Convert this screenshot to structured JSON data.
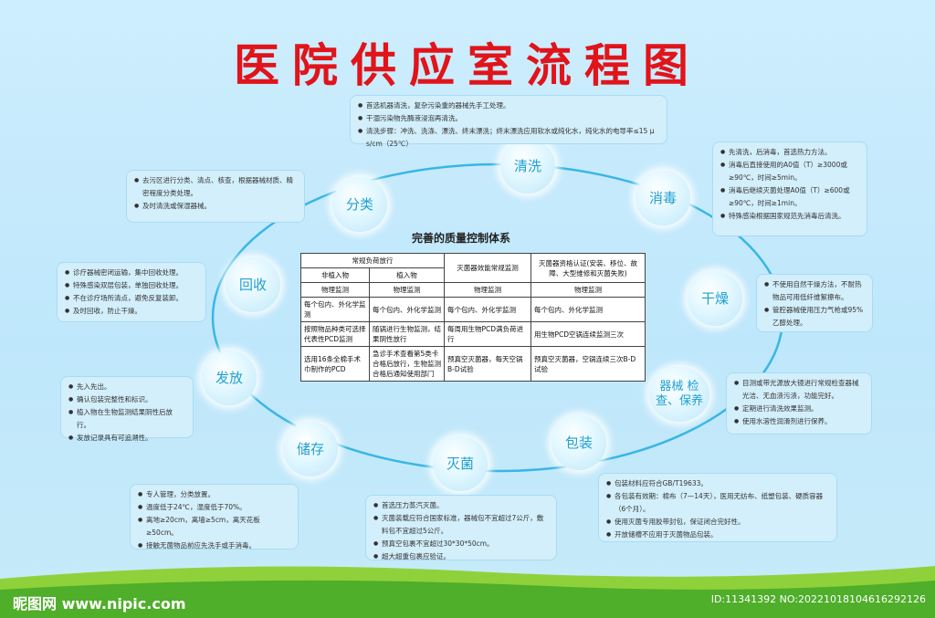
{
  "title": "医院供应室流程图",
  "stages": {
    "qingxi": "清洗",
    "xiaodu": "消毒",
    "ganzao": "干燥",
    "jiancha": "器械 检查、保养",
    "baozhuang": "包装",
    "miejun": "灭菌",
    "chucun": "储存",
    "fafang": "发放",
    "huishou": "回收",
    "fenlei": "分类"
  },
  "notes": {
    "qingxi": [
      "首选机器清洗，复杂污染重的器械先手工处理。",
      "干涸污染物先酶液浸泡再清洗。",
      "清洗步骤：冲洗、洗涤、漂洗、终末漂洗；终末漂洗应用软水或纯化水，纯化水的电导率≤15 μ s/cm（25℃）"
    ],
    "xiaodu": [
      "先清洗，后消毒，首选热力方法。",
      "消毒后直接使用的A0值（T）≥3000或≥90℃，时间≥5min。",
      "消毒后继续灭菌处理A0值（T）≥600或≥90℃，时间≥1min。",
      "特殊感染根据国家规范先消毒后清洗。"
    ],
    "ganzao": [
      "不使用自然干燥方法，不耐热物品可用低纤维絮擦布。",
      "管腔器械使用压力气枪或95%乙醇处理。"
    ],
    "jiancha": [
      "目测或带光源放大镜进行常规检查器械光洁、无血渍污渍，功能完好。",
      "定期进行清洗效果监测。",
      "使用水溶性润滑剂进行保养。"
    ],
    "baozhuang": [
      "包装材料应符合GB/T19633。",
      "各包装有效期：棉布（7—14天），医用无纺布、纸塑包装、硬质容器（6个月）。",
      "使用灭菌专用胶带封包，保证闭合完好性。",
      "开放储槽不应用于灭菌物品包装。"
    ],
    "miejun": [
      "首选压力蒸汽灭菌。",
      "灭菌装载应符合国家标准，器械包不宜超过7公斤，敷料包不宜超过5公斤。",
      "预真空包裹不宜超过30*30*50cm。",
      "超大超重包裹应验证。"
    ],
    "chucun": [
      "专人管理，分类放置。",
      "温度低于24℃，湿度低于70%。",
      "离地≥20cm，离墙≥5cm，离天花板≥50cm。",
      "接触无菌物品前应先洗手或手消毒。"
    ],
    "fafang": [
      "先入先出。",
      "确认包装完整性和标识。",
      "植入物在生物监测结果阴性后放行。",
      "发放记录具有可追溯性。"
    ],
    "huishou": [
      "诊疗器械密闭运输，集中回收处理。",
      "特殊感染双层包装，单独回收处理。",
      "不在诊疗场所清点，避免反复装卸。",
      "及时回收，防止干燥。"
    ],
    "fenlei": [
      "去污区进行分类、清点、核查，根据器械材质、精密程度分类处理。",
      "及时清洗或保湿器械。"
    ]
  },
  "qc": {
    "title": "完善的质量控制体系",
    "h_release": "常规负荷放行",
    "h_nonimplant": "非植入物",
    "h_implant": "植入物",
    "h_efficacy": "灭菌器效能常规监测",
    "h_cert": "灭菌器资格认证(安装、移位、故障、大型维修和灭菌失败)",
    "r1": [
      "物理监测",
      "物理监测",
      "物理监测",
      "物理监测"
    ],
    "r2": [
      "每个包内、外化学监测",
      "每个包内、外化学监测",
      "每个包内、外化学监测",
      "每个包内、外化学监测"
    ],
    "r3": [
      "按照物品种类可选择代表性PCD监测",
      "随锅进行生物监测，结果阴性放行",
      "每周用生物PCD满负荷进行",
      "用生物PCD空锅连续监测三次"
    ],
    "r4": [
      "选用16条全棉手术巾制作的PCD",
      "急诊手术查看第5类卡合格后放行，生物监测合格后通知使用部门",
      "预真空灭菌器，每天空锅B-D试验",
      "预真空灭菌器，空锅连续三次B-D试验"
    ]
  },
  "watermark": {
    "left": "昵图网 www.nipic.com",
    "right": "ID:11341392 NO:20221018104616292126"
  }
}
